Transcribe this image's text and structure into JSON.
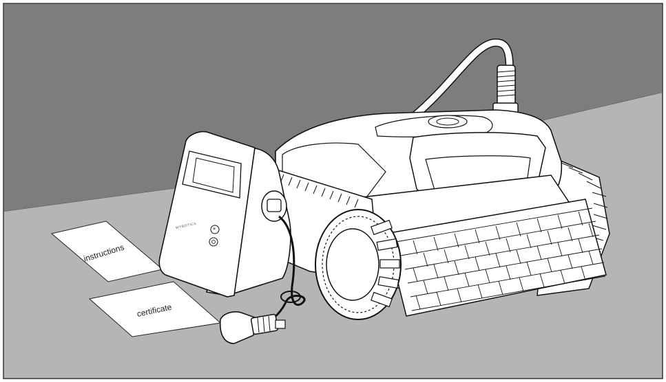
{
  "colors": {
    "wall": "#7d7d7d",
    "floor": "#b5b5b5",
    "line": "#111111",
    "device_fill": "#ffffff"
  },
  "cards": {
    "instructions_label": "instructions",
    "certificate_label": "certificate"
  },
  "power_supply": {
    "brand": "WYBOTICS",
    "button_icons": [
      "asterisk-icon",
      "power-icon"
    ]
  }
}
